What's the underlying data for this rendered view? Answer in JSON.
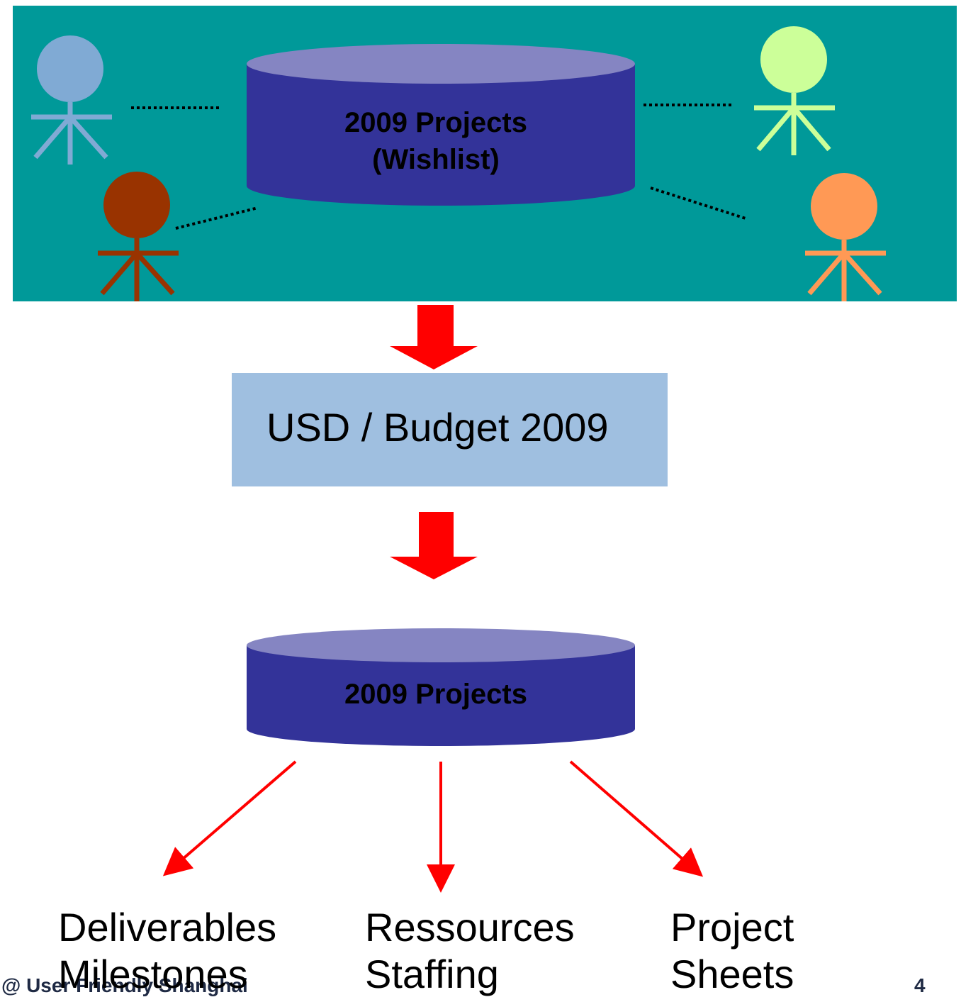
{
  "wishlist_db": {
    "line1": "2009 Projects",
    "line2": "(Wishlist)"
  },
  "budget": {
    "label": "USD / Budget 2009"
  },
  "projects_db": {
    "label": "2009 Projects"
  },
  "outputs": [
    {
      "line1": "Deliverables",
      "line2": "Milestones"
    },
    {
      "line1": "Ressources",
      "line2": "Staffing"
    },
    {
      "line1": "Project",
      "line2": "Sheets"
    }
  ],
  "footer": {
    "credit": "@ User Friendly Shanghai",
    "page_number": "4"
  },
  "colors": {
    "panel": "#009999",
    "db_body": "#333399",
    "db_top": "#8585c2",
    "budget_box": "#9fbfe0",
    "arrow": "#ff0000",
    "person_blue": "#80aad4",
    "person_brown": "#993300",
    "person_lightgreen": "#ccff99",
    "person_orange": "#ff9955"
  }
}
